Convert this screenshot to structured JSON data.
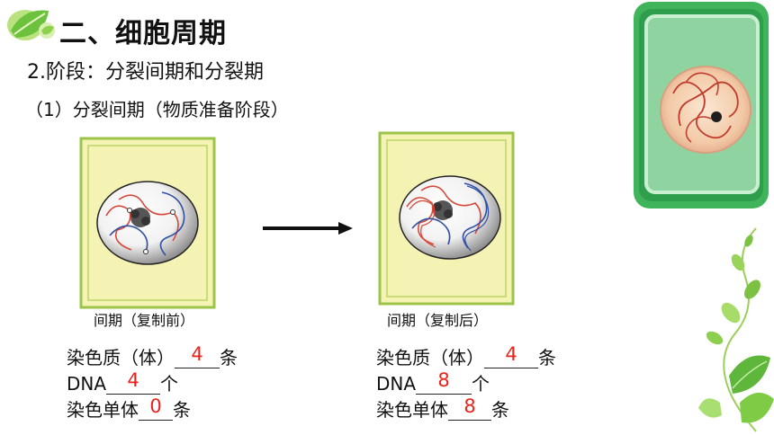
{
  "slide": {
    "title": "二、细胞周期",
    "subtitle": "2.阶段：分裂间期和分裂期",
    "phase_heading": "（1）分裂间期（物质准备阶段）"
  },
  "before": {
    "caption": "间期（复制前）",
    "chromatin_label": "染色质（体）",
    "chromatin_value": "4",
    "chromatin_unit": "条",
    "dna_label": "DNA",
    "dna_value": "4",
    "dna_unit": "个",
    "chromatid_label": "染色单体",
    "chromatid_value": "0",
    "chromatid_unit": "条"
  },
  "after": {
    "caption": "间期（复制后）",
    "chromatin_label": "染色质（体）",
    "chromatin_value": "4",
    "chromatin_unit": "条",
    "dna_label": "DNA",
    "dna_value": "8",
    "dna_unit": "个",
    "chromatid_label": "染色单体",
    "chromatid_value": "8",
    "chromatid_unit": "条"
  },
  "colors": {
    "answer": "#e8231b",
    "cell_fill": "#f4f3b4",
    "cell_border": "#9cc34a",
    "photo_green": "#3fb45a",
    "photo_inner": "#8fd3a0"
  },
  "icons": {
    "header": "green-leaf-icon",
    "decor": "leaf-vine-icon",
    "arrow": "right-arrow-icon"
  }
}
